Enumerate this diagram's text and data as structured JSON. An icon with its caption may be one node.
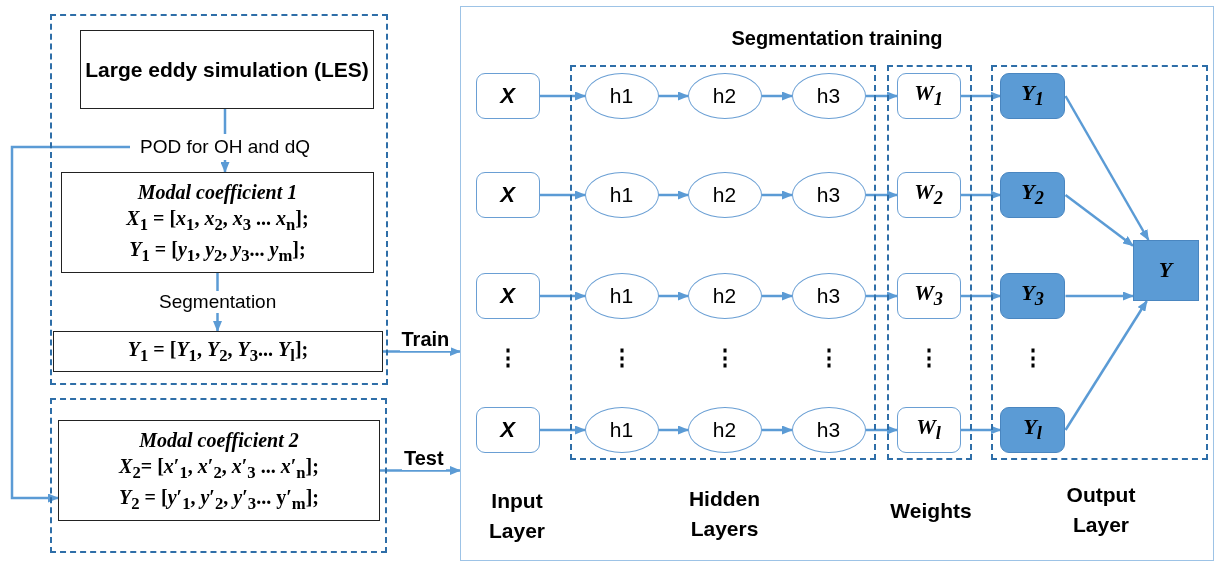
{
  "diagram": {
    "nodes": [
      {
        "text": [],
        "shape": "box"
      },
      {
        "text": [
          "Large eddy simulation (LES)"
        ],
        "in": 0
      },
      {
        "text": [
          "POD for OH and dQ"
        ],
        "in": 0
      },
      {
        "text": [
          "Modal coefficient 1",
          "*X*$_{1}$ = [*x*$_{1}$, *x*$_{2}$, *x*$_{3}$ ... *x*$_{n}$];",
          "*Y*$_{1}$ = [*y*$_{1}$, *y*$_{2}$, *y*$_{3}$... *y*$_{m}$];"
        ],
        "in": 0
      },
      {
        "text": [
          "*Y*$_{1}$ = [*Y*$_{1}$, *Y*$_{2}$, *Y*$_{3}$... *Y*$_{l}$];"
        ],
        "in": 0
      },
      {
        "text": [],
        "shape": "box"
      },
      {
        "text": [
          "Modal coefficient 2",
          "*X*$_{2}$= [*x*′$_{1}$, *x*′$_{2}$, *x*′$_{3}$ ... *x*′$_{n}$];",
          "*Y*$_{2}$ = [*y*′$_{1}$, *y*′$_{2}$, *y*′$_{3}$... y′$_{m}$];"
        ],
        "in": 5
      },
      {
        "text": [
          "Segmentation training"
        ]
      },
      {
        "text": [],
        "shape": "box",
        "in": 7,
        "beside": [
          "Hidden Layers"
        ]
      },
      {
        "text": [],
        "shape": "box",
        "in": 7,
        "beside": [
          "Weights"
        ]
      },
      {
        "text": [],
        "shape": "box",
        "in": 7,
        "beside": [
          "Output Layer"
        ]
      },
      {
        "text": [
          "X"
        ],
        "in": 7
      },
      {
        "text": [
          "h1"
        ],
        "in": 8
      },
      {
        "text": [
          "h2"
        ],
        "in": 8
      },
      {
        "text": [
          "h3"
        ],
        "in": 8
      },
      {
        "text": [
          "W$_{1}$"
        ],
        "in": 9
      },
      {
        "text": [
          "Y$_{1}$"
        ],
        "in": 10
      },
      {
        "text": [
          "X"
        ],
        "in": 7
      },
      {
        "text": [
          "h1"
        ],
        "in": 8
      },
      {
        "text": [
          "h2"
        ],
        "in": 8
      },
      {
        "text": [
          "h3"
        ],
        "in": 8
      },
      {
        "text": [
          "W$_{2}$"
        ],
        "in": 9
      },
      {
        "text": [
          "Y$_{2}$"
        ],
        "in": 10
      },
      {
        "text": [
          "X"
        ],
        "in": 7
      },
      {
        "text": [
          "h1"
        ],
        "in": 8
      },
      {
        "text": [
          "h2"
        ],
        "in": 8
      },
      {
        "text": [
          "h3"
        ],
        "in": 8
      },
      {
        "text": [
          "W$_{3}$"
        ],
        "in": 9
      },
      {
        "text": [
          "Y$_{3}$"
        ],
        "in": 10
      },
      {
        "text": [
          "X"
        ],
        "in": 7
      },
      {
        "text": [
          "h1"
        ],
        "in": 8
      },
      {
        "text": [
          "h2"
        ],
        "in": 8
      },
      {
        "text": [
          "h3"
        ],
        "in": 8
      },
      {
        "text": [
          "W$_{l}$"
        ],
        "in": 9
      },
      {
        "text": [
          "Y$_{l}$"
        ],
        "in": 10
      },
      {
        "text": [
          "Y"
        ],
        "in": 10
      }
    ],
    "edges": [
      {
        "from": 1,
        "to": 2,
        "arrow": "none"
      },
      {
        "from": 2,
        "to": 3,
        "arrow": "to"
      },
      {
        "from": 3,
        "to": 4,
        "arrow": "to",
        "label": "Segmentation"
      },
      {
        "from": 4,
        "to": 7,
        "arrow": "to",
        "label": "Train"
      },
      {
        "from": 6,
        "to": 7,
        "arrow": "to",
        "label": "Test"
      },
      {
        "from": 2,
        "to": 6,
        "arrow": "to"
      },
      {
        "from": 11,
        "to": 12,
        "arrow": "to"
      },
      {
        "from": 12,
        "to": 13,
        "arrow": "to"
      },
      {
        "from": 13,
        "to": 14,
        "arrow": "to"
      },
      {
        "from": 14,
        "to": 15,
        "arrow": "to"
      },
      {
        "from": 15,
        "to": 16,
        "arrow": "to"
      },
      {
        "from": 17,
        "to": 18,
        "arrow": "to"
      },
      {
        "from": 18,
        "to": 19,
        "arrow": "to"
      },
      {
        "from": 19,
        "to": 20,
        "arrow": "to"
      },
      {
        "from": 20,
        "to": 21,
        "arrow": "to"
      },
      {
        "from": 21,
        "to": 22,
        "arrow": "to"
      },
      {
        "from": 23,
        "to": 24,
        "arrow": "to"
      },
      {
        "from": 24,
        "to": 25,
        "arrow": "to"
      },
      {
        "from": 25,
        "to": 26,
        "arrow": "to"
      },
      {
        "from": 26,
        "to": 27,
        "arrow": "to"
      },
      {
        "from": 27,
        "to": 28,
        "arrow": "to"
      },
      {
        "from": 29,
        "to": 30,
        "arrow": "to"
      },
      {
        "from": 30,
        "to": 31,
        "arrow": "to"
      },
      {
        "from": 31,
        "to": 32,
        "arrow": "to"
      },
      {
        "from": 32,
        "to": 33,
        "arrow": "to"
      },
      {
        "from": 33,
        "to": 34,
        "arrow": "to"
      },
      {
        "from": 16,
        "to": 35,
        "arrow": "to"
      },
      {
        "from": 22,
        "to": 35,
        "arrow": "to"
      },
      {
        "from": 28,
        "to": 35,
        "arrow": "to"
      },
      {
        "from": 34,
        "to": 35,
        "arrow": "to"
      }
    ],
    "labels": [
      "⋮",
      "⋮",
      "⋮",
      "⋮",
      "⋮",
      "⋮",
      "Input Layer"
    ]
  }
}
